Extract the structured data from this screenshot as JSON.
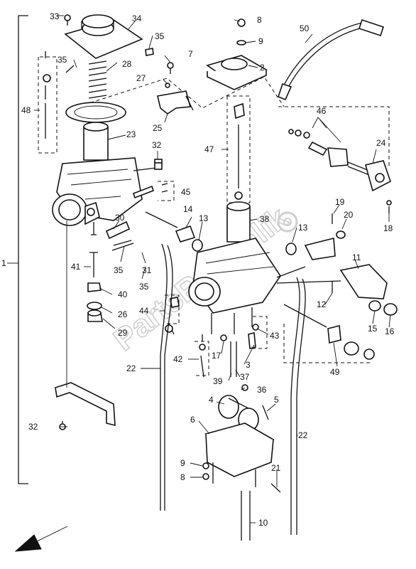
{
  "watermark": "PartsRepublik",
  "callouts": [
    {
      "key": "c33",
      "text": "33"
    },
    {
      "key": "c34",
      "text": "34"
    },
    {
      "key": "c35a",
      "text": "35"
    },
    {
      "key": "c7",
      "text": "7"
    },
    {
      "key": "c35b",
      "text": "35"
    },
    {
      "key": "c28",
      "text": "28"
    },
    {
      "key": "c27",
      "text": "27"
    },
    {
      "key": "c48",
      "text": "48"
    },
    {
      "key": "c25",
      "text": "25"
    },
    {
      "key": "c23",
      "text": "23"
    },
    {
      "key": "c32a",
      "text": "32"
    },
    {
      "key": "c45",
      "text": "45"
    },
    {
      "key": "c14",
      "text": "14"
    },
    {
      "key": "c13a",
      "text": "13"
    },
    {
      "key": "c30",
      "text": "30"
    },
    {
      "key": "c35c",
      "text": "35"
    },
    {
      "key": "c31",
      "text": "31"
    },
    {
      "key": "c35d",
      "text": "35"
    },
    {
      "key": "c41",
      "text": "41"
    },
    {
      "key": "c40",
      "text": "40"
    },
    {
      "key": "c26",
      "text": "26"
    },
    {
      "key": "c29",
      "text": "29"
    },
    {
      "key": "c44",
      "text": "44"
    },
    {
      "key": "c1",
      "text": "1"
    },
    {
      "key": "c22a",
      "text": "22"
    },
    {
      "key": "c32b",
      "text": "32"
    },
    {
      "key": "c8a",
      "text": "8"
    },
    {
      "key": "c9a",
      "text": "9"
    },
    {
      "key": "c2",
      "text": "2"
    },
    {
      "key": "c50",
      "text": "50"
    },
    {
      "key": "c47",
      "text": "47"
    },
    {
      "key": "c46",
      "text": "46"
    },
    {
      "key": "c24",
      "text": "24"
    },
    {
      "key": "c38",
      "text": "38"
    },
    {
      "key": "c13b",
      "text": "13"
    },
    {
      "key": "c19",
      "text": "19"
    },
    {
      "key": "c20",
      "text": "20"
    },
    {
      "key": "c18",
      "text": "18"
    },
    {
      "key": "c11",
      "text": "11"
    },
    {
      "key": "c12",
      "text": "12"
    },
    {
      "key": "c15",
      "text": "15"
    },
    {
      "key": "c16",
      "text": "16"
    },
    {
      "key": "c43",
      "text": "43"
    },
    {
      "key": "c17",
      "text": "17"
    },
    {
      "key": "c42",
      "text": "42"
    },
    {
      "key": "c3",
      "text": "3"
    },
    {
      "key": "c37",
      "text": "37"
    },
    {
      "key": "c39",
      "text": "39"
    },
    {
      "key": "c36",
      "text": "36"
    },
    {
      "key": "c49",
      "text": "49"
    },
    {
      "key": "c4",
      "text": "4"
    },
    {
      "key": "c5",
      "text": "5"
    },
    {
      "key": "c6",
      "text": "6"
    },
    {
      "key": "c22b",
      "text": "22"
    },
    {
      "key": "c9b",
      "text": "9"
    },
    {
      "key": "c8b",
      "text": "8"
    },
    {
      "key": "c21",
      "text": "21"
    },
    {
      "key": "c10",
      "text": "10"
    }
  ]
}
